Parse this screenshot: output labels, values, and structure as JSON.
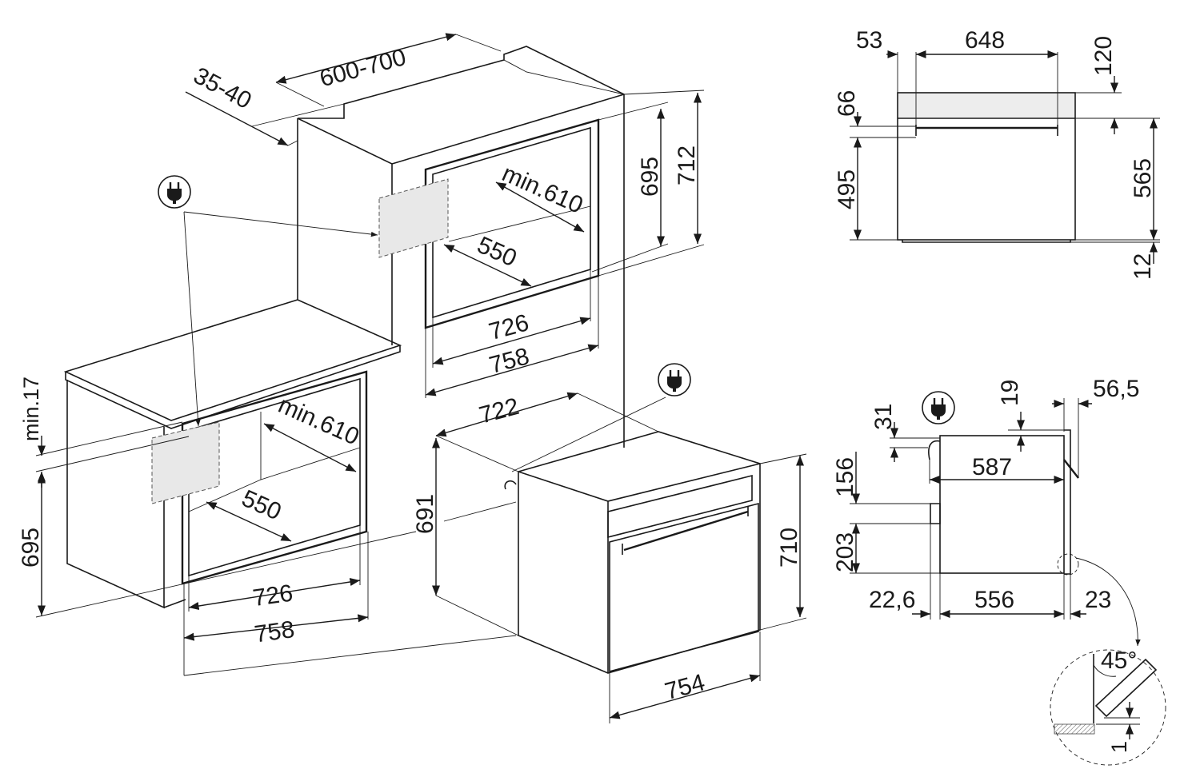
{
  "diagram": {
    "upper_install": {
      "width_range": "600-700",
      "gap_range": "35-40",
      "niche_height_inner": "695",
      "niche_height_outer": "712",
      "depth": "min.610",
      "inner_depth": "550",
      "inner_width": "726",
      "outer_width": "758"
    },
    "lower_install": {
      "gap_min": "min.17",
      "height": "695",
      "depth": "min.610",
      "inner_depth": "550",
      "inner_width": "726",
      "outer_width": "758"
    },
    "oven": {
      "depth": "722",
      "height_side": "691",
      "height_front": "710",
      "width_front": "754"
    },
    "front_view": {
      "left_offset": "53",
      "width": "648",
      "top": "120",
      "panel": "66",
      "door_height": "495",
      "body_height": "565",
      "bottom": "12"
    },
    "side_view": {
      "plug_offset": "31",
      "top_offset": "19",
      "handle_depth": "56,5",
      "depth": "587",
      "upper_height": "156",
      "lower_height": "203",
      "rear": "22,6",
      "inner_depth": "556",
      "front": "23"
    },
    "detail": {
      "angle": "45°",
      "gap": "1"
    },
    "icons": [
      "plug-icon",
      "plug-icon",
      "plug-icon"
    ]
  }
}
